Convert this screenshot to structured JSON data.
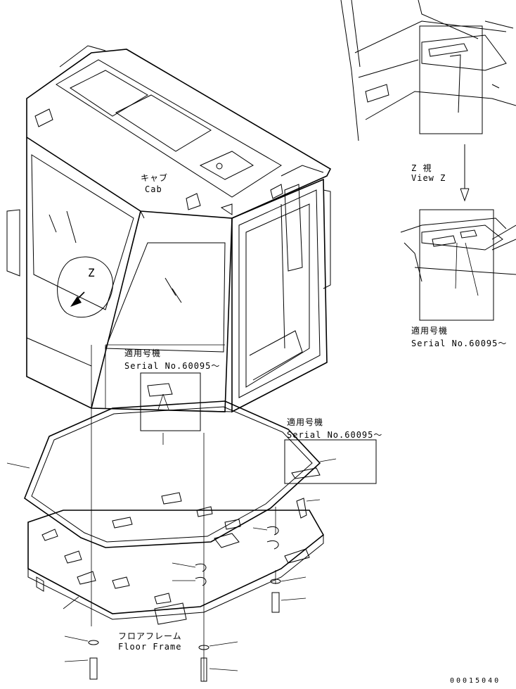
{
  "labels": {
    "cab_jp": "キャブ",
    "cab_en": "Cab",
    "view_jp": "Z 視",
    "view_en": "View Z",
    "serial_jp_1": "適用号機",
    "serial_en_1": "Serial No.60095～",
    "serial_jp_2": "適用号機",
    "serial_en_2": "Serial No.60095～",
    "serial_jp_3": "適用号機",
    "serial_en_3": "Serial No.60095～",
    "floor_jp": "フロアフレーム",
    "floor_en": "Floor Frame",
    "z_marker": "Z",
    "drawing_no": "00015040"
  }
}
